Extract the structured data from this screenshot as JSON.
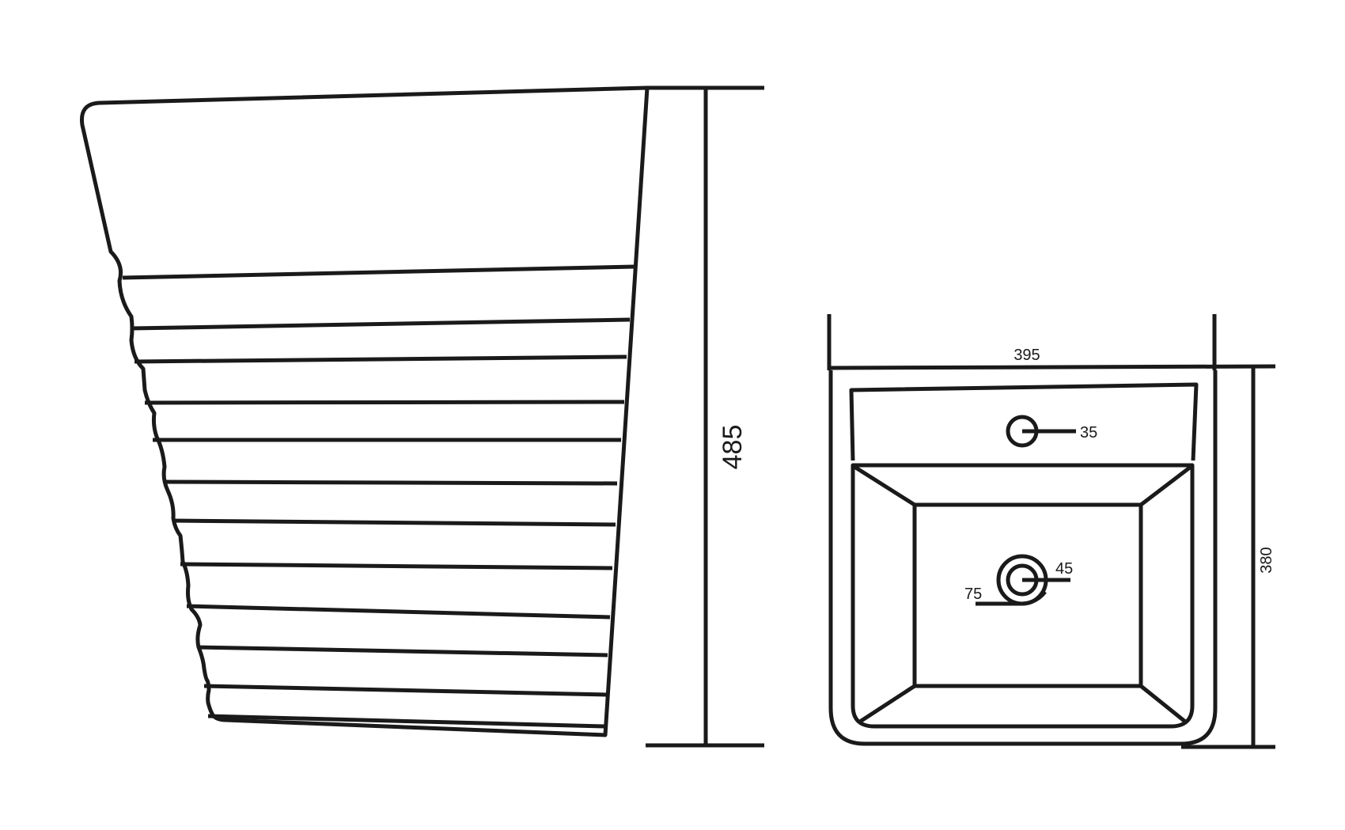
{
  "dimensions": {
    "side_height": "485",
    "front_width": "395",
    "front_height": "380",
    "tap_hole": "35",
    "drain_inner": "45",
    "drain_outer": "75"
  },
  "colors": {
    "line": "#1a1a1a",
    "background": "#ffffff"
  }
}
